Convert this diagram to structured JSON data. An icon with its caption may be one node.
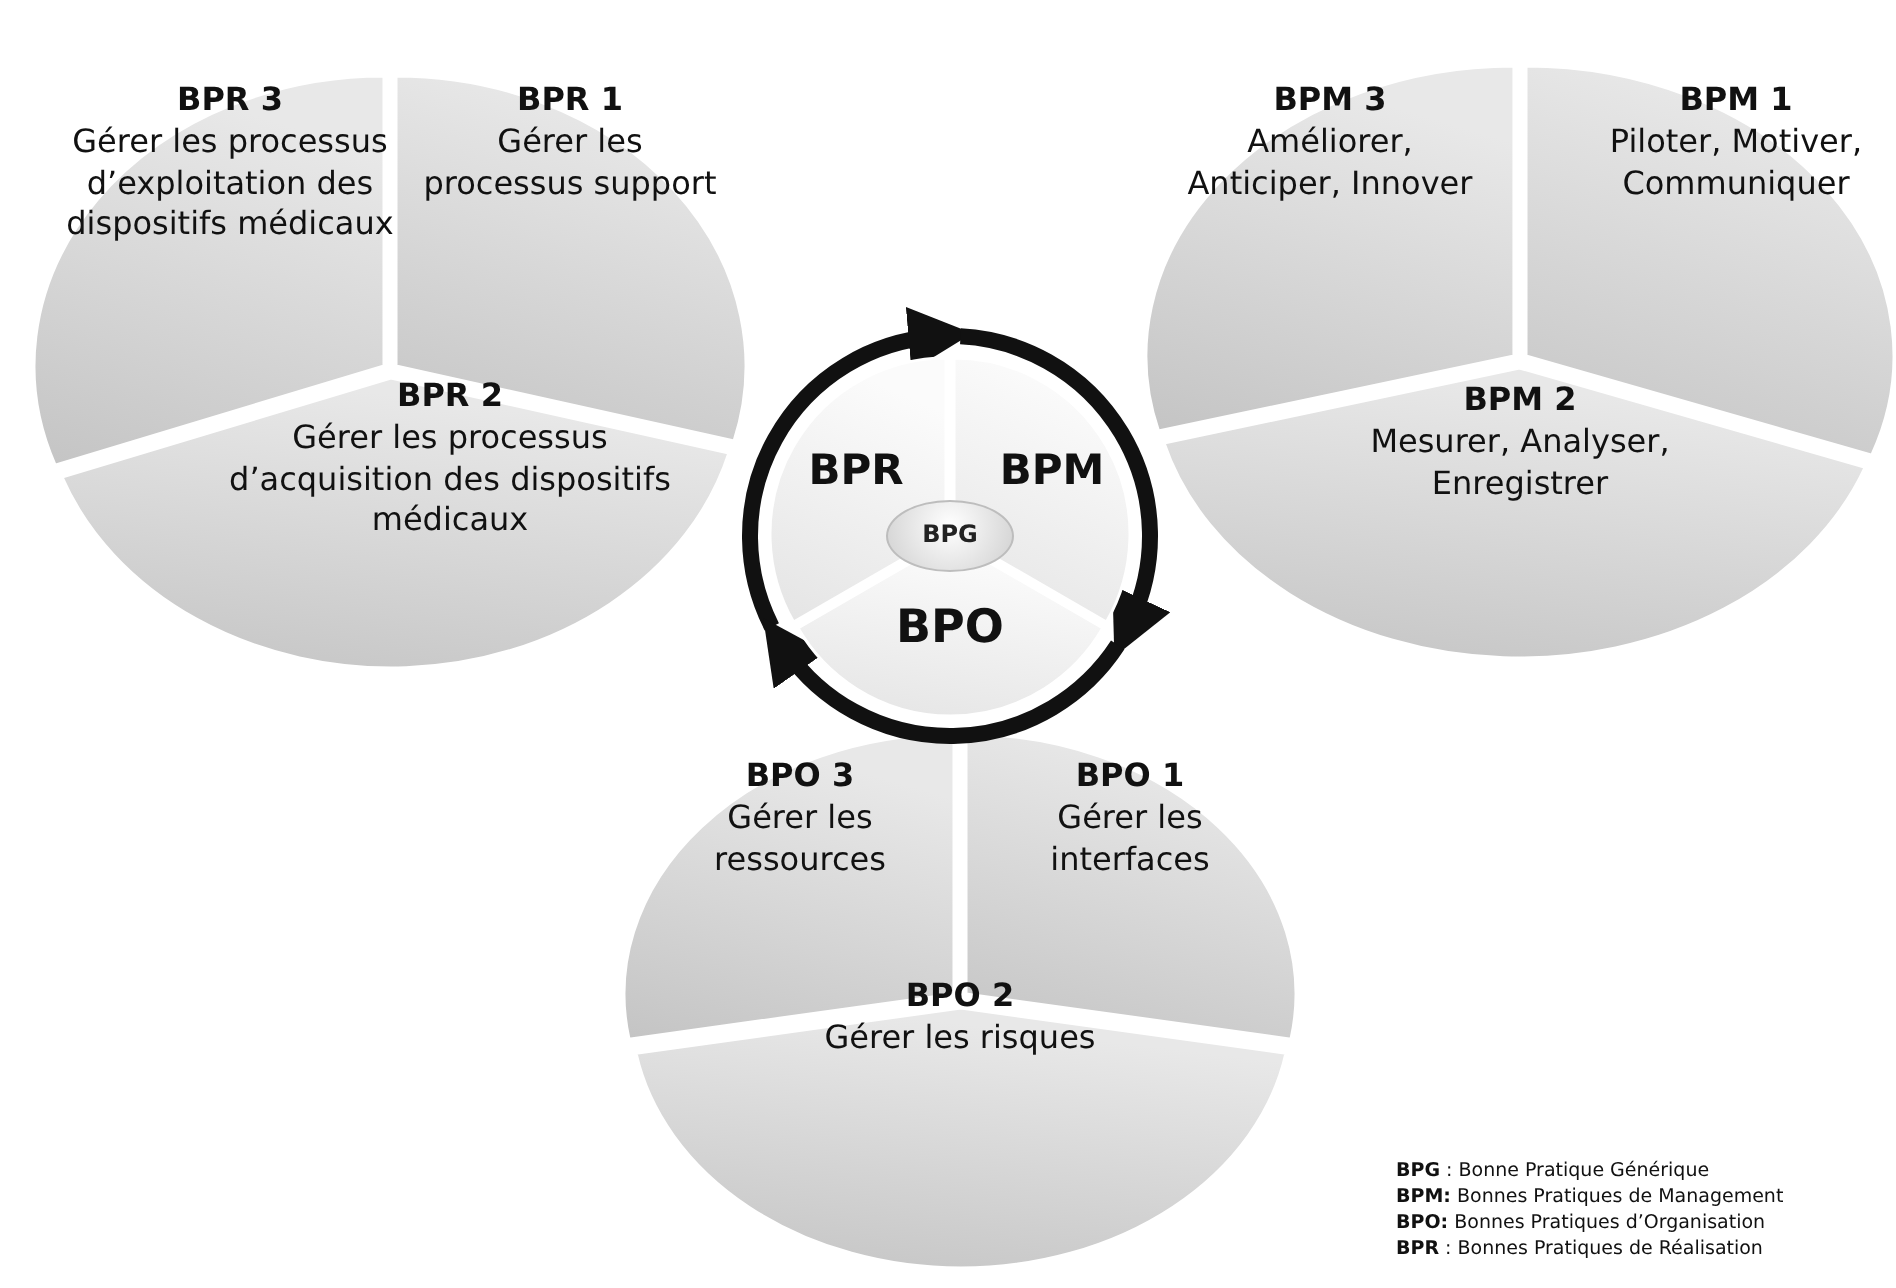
{
  "diagram": {
    "nodes": [
      {
        "text": [
          "BPR 3",
          "Gérer les processus d’exploitation des dispositifs médicaux"
        ]
      },
      {
        "text": [
          "BPR 1",
          "Gérer les processus support"
        ]
      },
      {
        "text": [
          "BPR 2",
          "Gérer les processus d’acquisition des dispositifs médicaux"
        ]
      },
      {
        "text": [
          "BPM 3",
          "Améliorer, Anticiper, Innover"
        ]
      },
      {
        "text": [
          "BPM 1",
          "Piloter, Motiver, Communiquer"
        ]
      },
      {
        "text": [
          "BPM 2",
          "Mesurer, Analyser, Enregistrer"
        ]
      },
      {
        "text": [
          "BPR"
        ]
      },
      {
        "text": [
          "BPM"
        ]
      },
      {
        "text": [
          "BPG"
        ]
      },
      {
        "text": [
          "BPO"
        ]
      },
      {
        "text": [
          "BPO 3",
          "Gérer les ressources"
        ]
      },
      {
        "text": [
          "BPO 1",
          "Gérer les interfaces"
        ]
      },
      {
        "text": [
          "BPO 2",
          "Gérer les risques"
        ]
      }
    ],
    "edges": [
      {
        "from": 6,
        "to": 7,
        "arrow": "to"
      },
      {
        "from": 7,
        "to": 9,
        "arrow": "to"
      },
      {
        "from": 9,
        "to": 6,
        "arrow": "to"
      }
    ],
    "labels": [
      "**BPG** : Bonne Pratique Générique",
      "**BPM:** Bonnes Pratiques de Management",
      "**BPO:** Bonnes Pratiques d’Organisation",
      "**BPR** : Bonnes Pratiques  de Réalisation"
    ]
  }
}
